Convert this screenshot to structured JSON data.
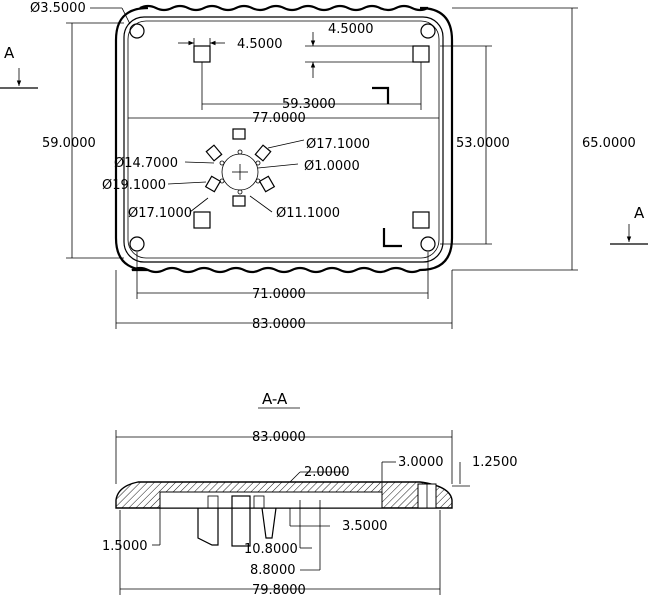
{
  "dimensions": {
    "hole_dia": "Ø3.5000",
    "post_offset_left": "4.5000",
    "post_offset_right": "4.5000",
    "post_span": "59.3000",
    "inner_width": "77.0000",
    "height_left": "59.0000",
    "height_inner": "53.0000",
    "height_outer": "65.0000",
    "dia_171_top": "Ø17.1000",
    "dia_147": "Ø14.7000",
    "dia_10": "Ø1.0000",
    "dia_191": "Ø19.1000",
    "dia_171_bottom": "Ø17.1000",
    "dia_111": "Ø11.1000",
    "hole_span": "71.0000",
    "outer_width": "83.0000"
  },
  "section": {
    "section_label": "A",
    "title": "A-A",
    "overall_width": "83.0000",
    "wall": "2.0000",
    "depth": "3.0000",
    "lip": "1.2500",
    "flange": "1.5000",
    "step": "3.5000",
    "post_a": "10.8000",
    "post_b": "8.8000",
    "base_width": "79.8000"
  }
}
